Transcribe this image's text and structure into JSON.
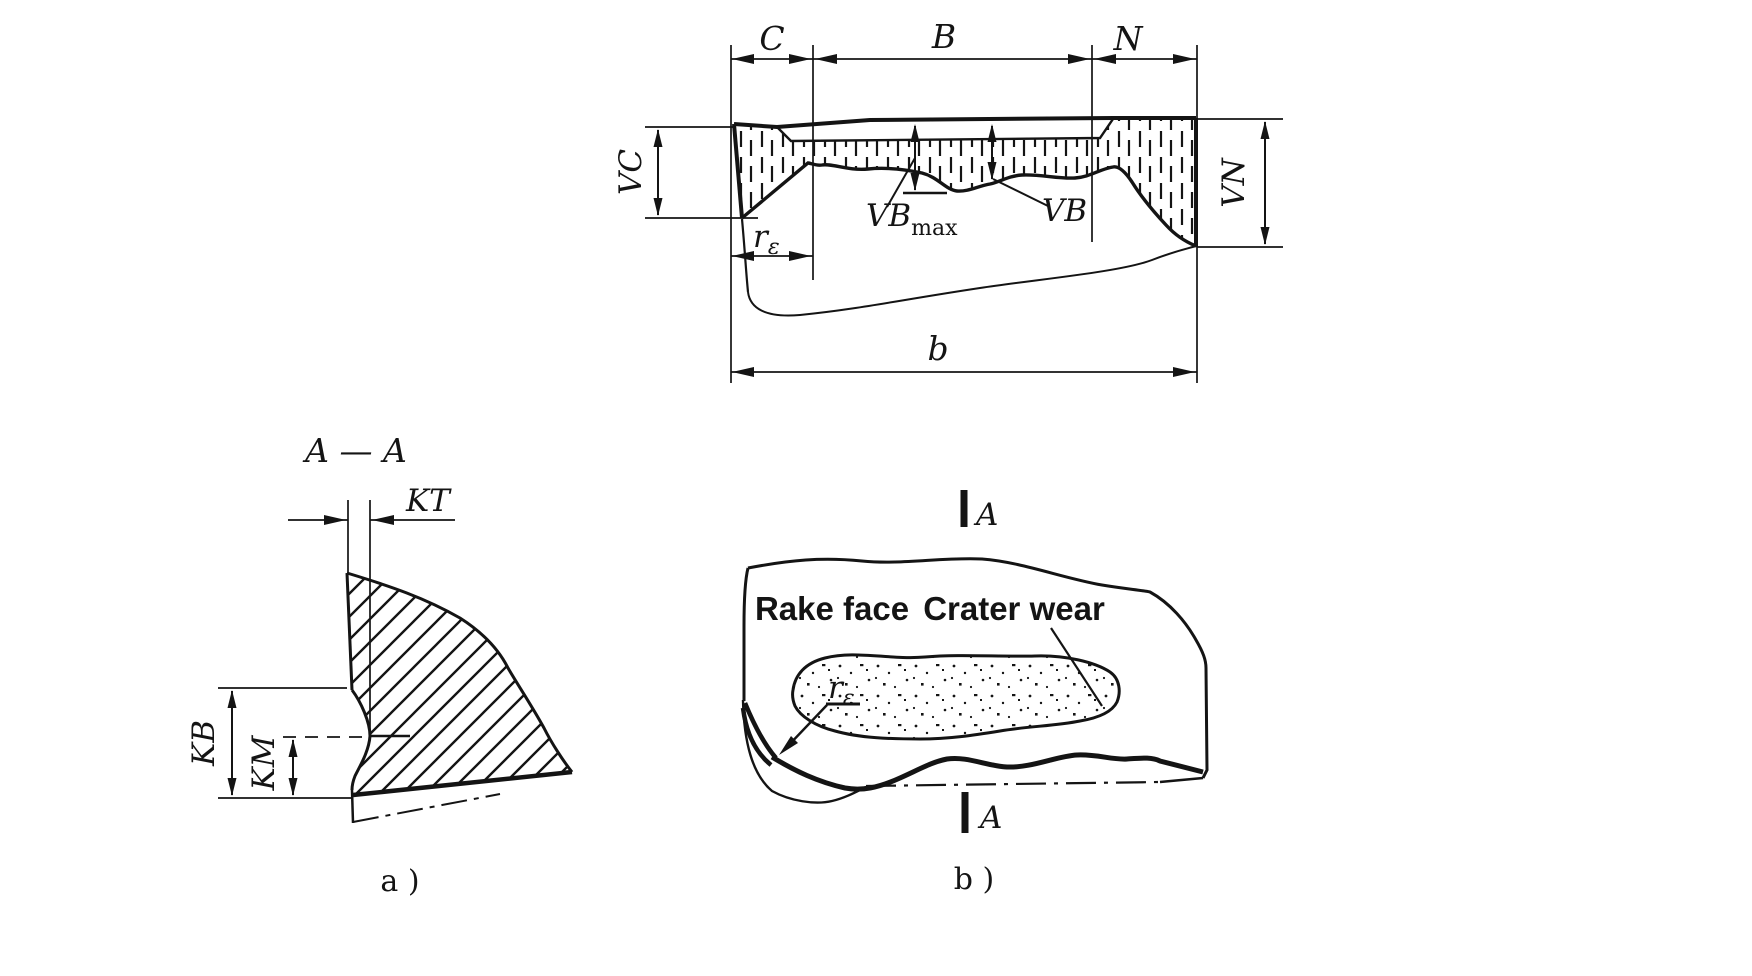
{
  "figure": {
    "top_view": {
      "zone_c": "C",
      "zone_b": "B",
      "zone_n": "N",
      "dim_vc": "VC",
      "dim_vn": "VN",
      "dim_vb": "VB",
      "dim_vb_max_base": "VB",
      "dim_vb_max_sub": "max",
      "dim_r_base": "r",
      "dim_r_sub": "ε",
      "dim_b": "b"
    },
    "section_view": {
      "title": "A — A",
      "dim_kt": "KT",
      "dim_kb": "KB",
      "dim_km": "KM",
      "caption": "a )"
    },
    "plan_view": {
      "label_rake_face": "Rake face",
      "label_crater_wear": "Crater wear",
      "dim_r_base": "r",
      "dim_r_sub": "ε",
      "section_marker": "A",
      "caption": "b )"
    },
    "colors": {
      "ink": "#141414",
      "background": "#ffffff"
    }
  }
}
